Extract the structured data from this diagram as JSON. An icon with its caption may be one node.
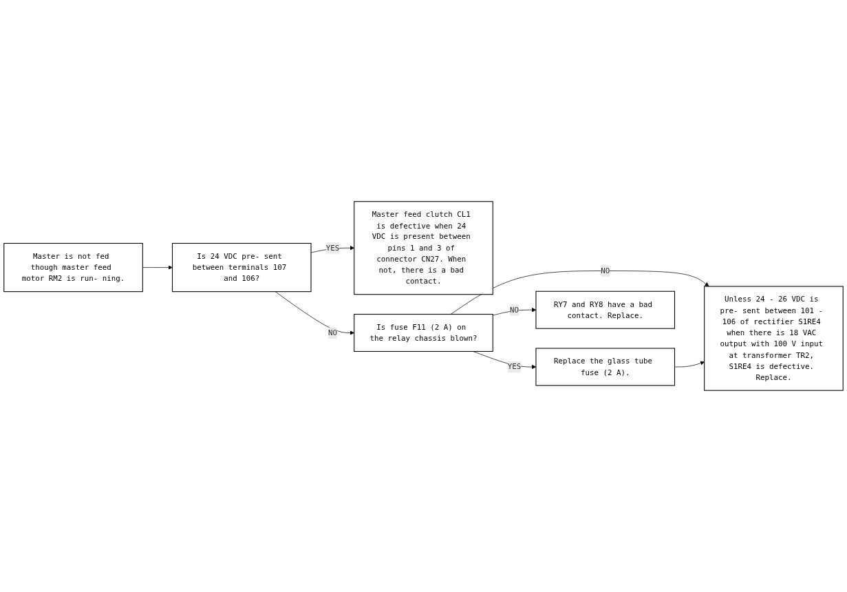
{
  "diagram": {
    "nodes": [
      {
        "text": [
          "Master is not fed though master feed motor RM2 is run- ning."
        ]
      },
      {
        "text": [
          "Is 24 VDC pre- sent between terminals 107 and 106?"
        ]
      },
      {
        "text": [
          "Master feed clutch CL1 is defective when 24 VDC is present between pins 1 and 3 of connector CN27. When not, there is a bad contact."
        ]
      },
      {
        "text": [
          "Is fuse F11 (2 A) on the relay chassis blown?"
        ]
      },
      {
        "text": [
          "Replace the glass tube fuse (2 A)."
        ]
      },
      {
        "text": [
          "RY7 and RY8 have a bad contact. Replace."
        ]
      },
      {
        "text": [
          "Unless 24 - 26 VDC is pre- sent between 101 - 106 of rectifier S1RE4 when there is 18 VAC output with 100 V input at transformer TR2, S1RE4 is defective. Replace."
        ]
      }
    ],
    "edges": [
      {
        "from": 0,
        "to": 1,
        "arrow": "to"
      },
      {
        "from": 1,
        "to": 2,
        "arrow": "to",
        "label": "YES"
      },
      {
        "from": 1,
        "to": 3,
        "arrow": "to",
        "label": "NO"
      },
      {
        "from": 3,
        "to": 4,
        "arrow": "to",
        "label": "YES"
      },
      {
        "from": 3,
        "to": 5,
        "arrow": "to",
        "label": "NO"
      },
      {
        "from": 3,
        "to": 6,
        "arrow": "to",
        "label": "NO"
      },
      {
        "from": 4,
        "to": 6,
        "arrow": "to"
      }
    ]
  }
}
